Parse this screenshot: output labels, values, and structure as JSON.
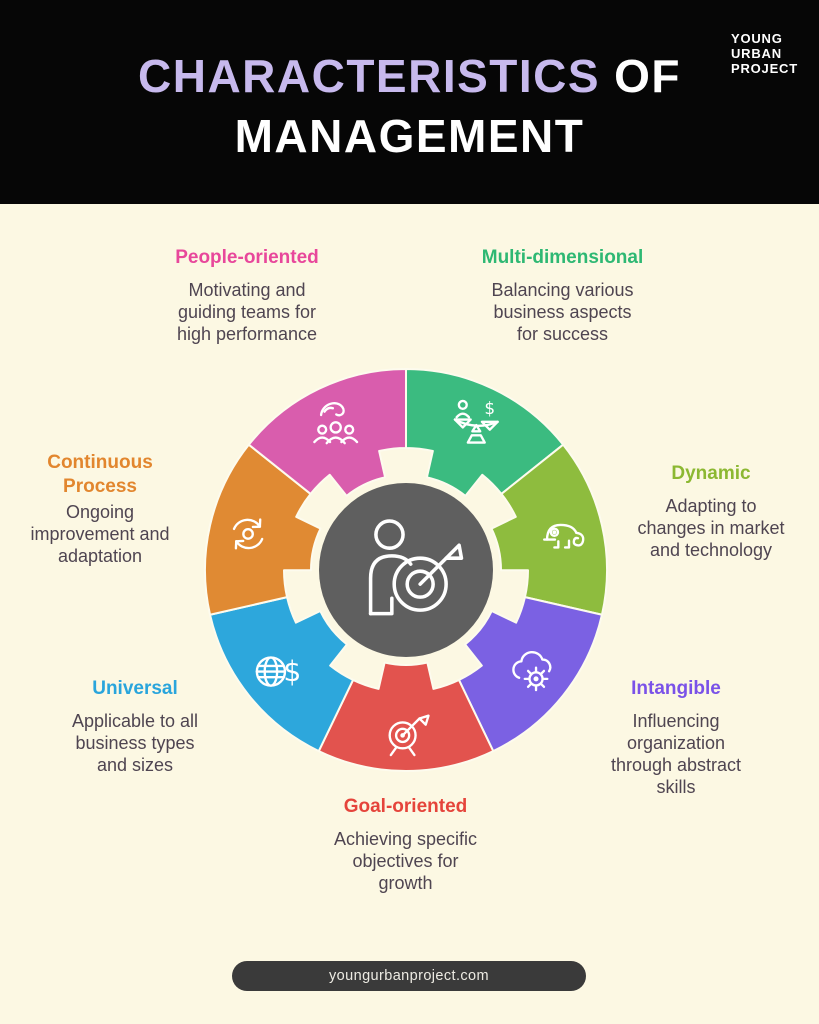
{
  "header": {
    "title_accent": "CHARACTERISTICS",
    "title_rest": "OF",
    "title_line2": "MANAGEMENT",
    "accent_color": "#c7b9ed",
    "logo": "YOUNG\nURBAN\nPROJECT"
  },
  "wheel": {
    "center_color": "#5f5f5f",
    "center_icon": "person-target-icon",
    "segments": [
      {
        "id": "multi-dimensional",
        "color": "#3bbb80",
        "icon": "balance-icon"
      },
      {
        "id": "dynamic",
        "color": "#8ebc3e",
        "icon": "chameleon-icon"
      },
      {
        "id": "intangible",
        "color": "#7b61e3",
        "icon": "cloud-gear-icon"
      },
      {
        "id": "goal-oriented",
        "color": "#e2534e",
        "icon": "target-icon"
      },
      {
        "id": "universal",
        "color": "#2da7dc",
        "icon": "globe-dollar-icon"
      },
      {
        "id": "continuous-process",
        "color": "#e08a33",
        "icon": "refresh-icon"
      },
      {
        "id": "people-oriented",
        "color": "#d95dad",
        "icon": "people-icon"
      }
    ],
    "callouts": [
      {
        "id": "multi-dimensional",
        "title": "Multi-dimensional",
        "color": "#2eb873",
        "desc": "Balancing various\nbusiness aspects\nfor success"
      },
      {
        "id": "dynamic",
        "title": "Dynamic",
        "color": "#8cb832",
        "desc": "Adapting to\nchanges in market\nand technology"
      },
      {
        "id": "intangible",
        "title": "Intangible",
        "color": "#7a52e8",
        "desc": "Influencing\norganization\nthrough abstract\nskills"
      },
      {
        "id": "goal-oriented",
        "title": "Goal-oriented",
        "color": "#e5443b",
        "desc": "Achieving specific\nobjectives for\ngrowth"
      },
      {
        "id": "universal",
        "title": "Universal",
        "color": "#29a5dc",
        "desc": "Applicable to all\nbusiness types\nand sizes"
      },
      {
        "id": "continuous-process",
        "title": "Continuous\nProcess",
        "color": "#e2862e",
        "desc": "Ongoing\nimprovement and\nadaptation"
      },
      {
        "id": "people-oriented",
        "title": "People-oriented",
        "color": "#e8479b",
        "desc": "Motivating and\nguiding teams for\nhigh performance"
      }
    ]
  },
  "footer": {
    "text": "youngurbanproject.com"
  }
}
